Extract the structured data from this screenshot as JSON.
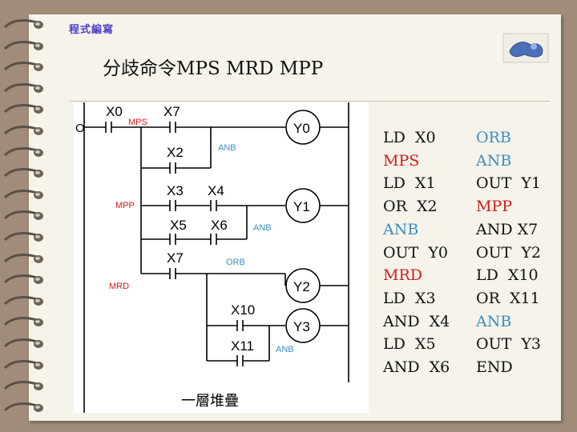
{
  "header": "程式編寫",
  "title": "分歧命令MPS  MRD  MPP",
  "diagram": {
    "left_rail_label": "O",
    "contacts": [
      "X0",
      "X7",
      "X2",
      "X3",
      "X4",
      "X5",
      "X6",
      "X7",
      "X10",
      "X11"
    ],
    "coils": [
      "Y0",
      "Y1",
      "Y2",
      "Y3"
    ],
    "annotations": {
      "mps": "MPS",
      "mpp": "MPP",
      "mrd": "MRD",
      "anb1": "ANB",
      "anb2": "ANB",
      "orb": "ORB",
      "anb3": "ANB"
    },
    "caption": "一層堆疊"
  },
  "program_col1": [
    {
      "text": "LD  X0",
      "color": "black"
    },
    {
      "text": "MPS",
      "color": "red"
    },
    {
      "text": "LD  X1",
      "color": "black"
    },
    {
      "text": "OR  X2",
      "color": "black"
    },
    {
      "text": "ANB",
      "color": "blue"
    },
    {
      "text": "OUT  Y0",
      "color": "black"
    },
    {
      "text": "MRD",
      "color": "red"
    },
    {
      "text": "LD  X3",
      "color": "black"
    },
    {
      "text": "AND  X4",
      "color": "black"
    },
    {
      "text": "LD  X5",
      "color": "black"
    },
    {
      "text": "AND  X6",
      "color": "black"
    }
  ],
  "program_col2": [
    {
      "text": "ORB",
      "color": "blue"
    },
    {
      "text": "ANB",
      "color": "blue"
    },
    {
      "text": "OUT  Y1",
      "color": "black"
    },
    {
      "text": "MPP",
      "color": "red"
    },
    {
      "text": "AND X7",
      "color": "black"
    },
    {
      "text": "OUT  Y2",
      "color": "black"
    },
    {
      "text": "LD  X10",
      "color": "black"
    },
    {
      "text": "OR  X11",
      "color": "black"
    },
    {
      "text": "ANB",
      "color": "blue"
    },
    {
      "text": "OUT  Y3",
      "color": "black"
    },
    {
      "text": "END",
      "color": "black"
    }
  ],
  "colors": {
    "header": "#4a3ec8",
    "red": "#d21a1a",
    "blue": "#3b8fc4"
  }
}
